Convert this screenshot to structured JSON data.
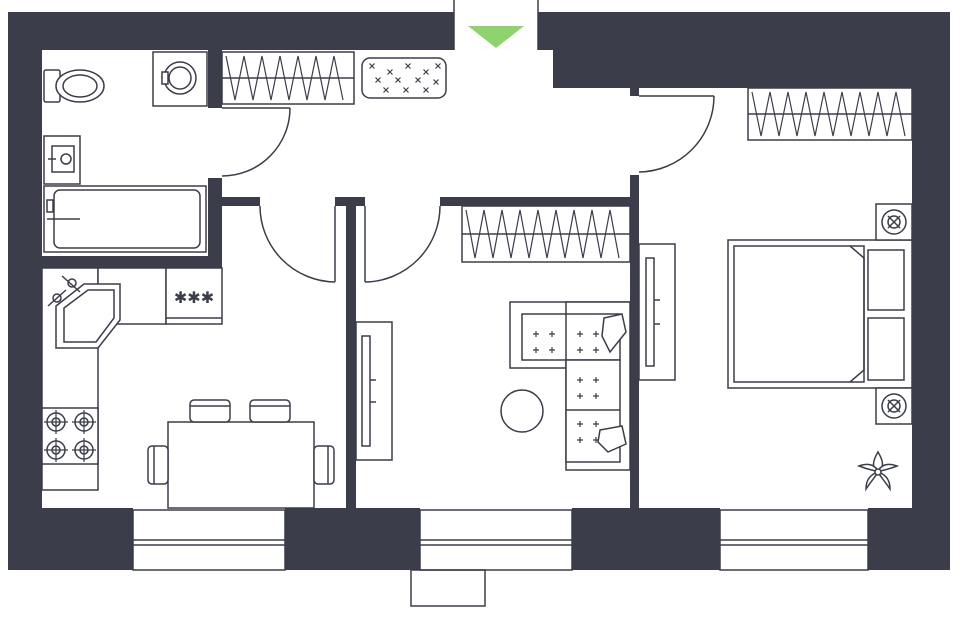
{
  "plan": {
    "colors": {
      "wall": "#3b3d4a",
      "entrance_arrow": "#8ed36b",
      "background": "#ffffff"
    },
    "icons": {
      "entrance": "triangle-down-icon",
      "plant": "plant-icon",
      "stove": "gas-stove-icon",
      "tv": "tv-icon"
    },
    "rooms": [
      "bathroom",
      "hallway",
      "kitchen",
      "living-room",
      "bedroom"
    ]
  }
}
